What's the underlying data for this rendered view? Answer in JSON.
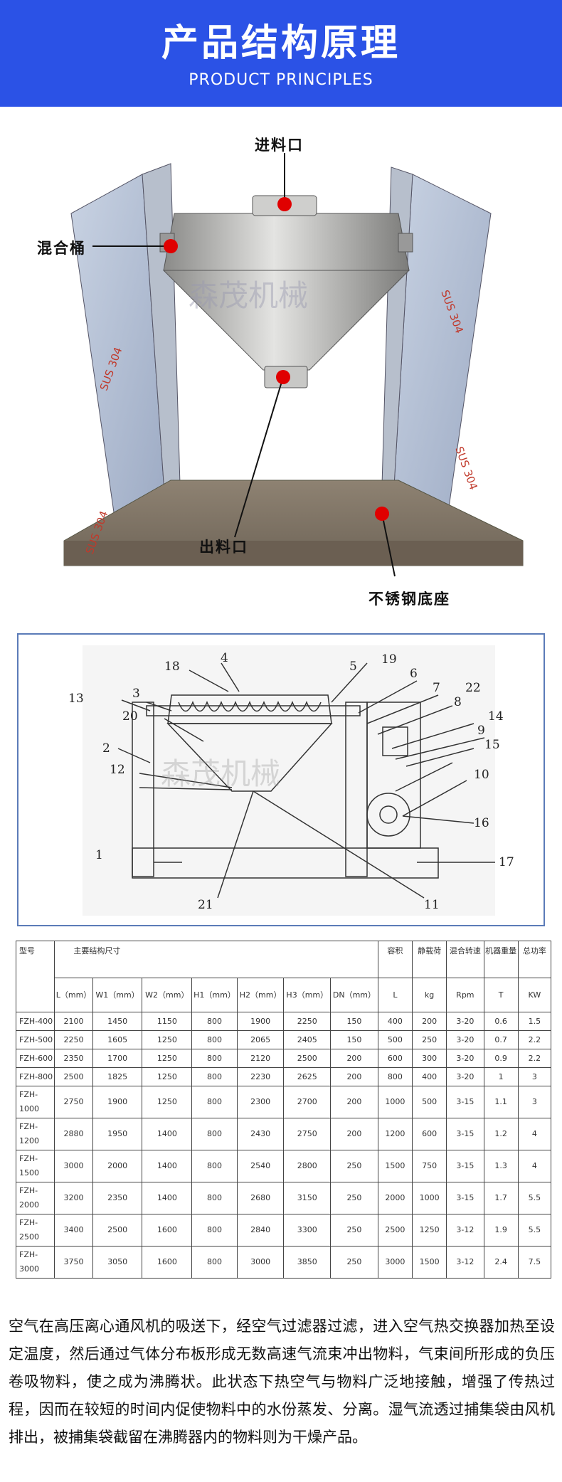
{
  "header": {
    "title": "产品结构原理",
    "subtitle": "PRODUCT PRINCIPLES"
  },
  "photo": {
    "callouts": {
      "inlet": "进料口",
      "mixing_drum": "混合桶",
      "outlet": "出料口",
      "base": "不锈钢底座"
    },
    "panel_marks": [
      "SUS 304",
      "SUS 304",
      "SUS 304",
      "SUS 304"
    ],
    "watermark": "森茂机械",
    "colors": {
      "marker": "#e00000",
      "banner": "#2b52e6"
    }
  },
  "drawing": {
    "watermark": "森茂机械",
    "part_numbers": [
      "1",
      "2",
      "3",
      "4",
      "5",
      "6",
      "7",
      "8",
      "9",
      "10",
      "11",
      "12",
      "13",
      "14",
      "15",
      "16",
      "17",
      "18",
      "19",
      "20",
      "21",
      "22"
    ]
  },
  "spec_table": {
    "header_row1": {
      "model": "型号",
      "dims": "主要结构尺寸",
      "volume": "容积",
      "static_load": "静载荷",
      "speed": "混合转速",
      "weight": "机器重量",
      "power": "总功率"
    },
    "header_row2": [
      "L（mm）",
      "W1（mm）",
      "W2（mm）",
      "H1（mm）",
      "H2（mm）",
      "H3（mm）",
      "DN（mm）",
      "L",
      "kg",
      "Rpm",
      "T",
      "KW"
    ],
    "rows": [
      [
        "FZH-400",
        "2100",
        "1450",
        "1150",
        "800",
        "1900",
        "2250",
        "150",
        "400",
        "200",
        "3-20",
        "0.6",
        "1.5"
      ],
      [
        "FZH-500",
        "2250",
        "1605",
        "1250",
        "800",
        "2065",
        "2405",
        "150",
        "500",
        "250",
        "3-20",
        "0.7",
        "2.2"
      ],
      [
        "FZH-600",
        "2350",
        "1700",
        "1250",
        "800",
        "2120",
        "2500",
        "200",
        "600",
        "300",
        "3-20",
        "0.9",
        "2.2"
      ],
      [
        "FZH-800",
        "2500",
        "1825",
        "1250",
        "800",
        "2230",
        "2625",
        "200",
        "800",
        "400",
        "3-20",
        "1",
        "3"
      ],
      [
        "FZH-1000",
        "2750",
        "1900",
        "1250",
        "800",
        "2300",
        "2700",
        "200",
        "1000",
        "500",
        "3-15",
        "1.1",
        "3"
      ],
      [
        "FZH-1200",
        "2880",
        "1950",
        "1400",
        "800",
        "2430",
        "2750",
        "200",
        "1200",
        "600",
        "3-15",
        "1.2",
        "4"
      ],
      [
        "FZH-1500",
        "3000",
        "2000",
        "1400",
        "800",
        "2540",
        "2800",
        "250",
        "1500",
        "750",
        "3-15",
        "1.3",
        "4"
      ],
      [
        "FZH-2000",
        "3200",
        "2350",
        "1400",
        "800",
        "2680",
        "3150",
        "250",
        "2000",
        "1000",
        "3-15",
        "1.7",
        "5.5"
      ],
      [
        "FZH-2500",
        "3400",
        "2500",
        "1600",
        "800",
        "2840",
        "3300",
        "250",
        "2500",
        "1250",
        "3-12",
        "1.9",
        "5.5"
      ],
      [
        "FZH-3000",
        "3750",
        "3050",
        "1600",
        "800",
        "3000",
        "3850",
        "250",
        "3000",
        "1500",
        "3-12",
        "2.4",
        "7.5"
      ]
    ]
  },
  "description": "空气在高压离心通风机的吸送下，经空气过滤器过滤，进入空气热交换器加热至设定温度，然后通过气体分布板形成无数高速气流束冲出物料，气束间所形成的负压卷吸物料，使之成为沸腾状。此状态下热空气与物料广泛地接触，增强了传热过程，因而在较短的时间内促使物料中的水份蒸发、分离。湿气流透过捕集袋由风机排出，被捕集袋截留在沸腾器内的物料则为干燥产品。"
}
